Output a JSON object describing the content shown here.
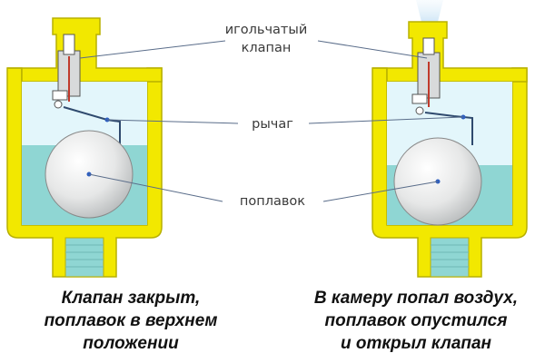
{
  "labels": {
    "needle_valve": [
      "игольчатый",
      "клапан"
    ],
    "lever": "рычаг",
    "float": "поплавок"
  },
  "captions": {
    "left": [
      "Клапан закрыт,",
      "поплавок в верхнем",
      "положении"
    ],
    "right": [
      "В камеру попал воздух,",
      "поплавок опустился",
      "и открыл клапан"
    ]
  },
  "colors": {
    "housing": "#f2e800",
    "housing_outline": "#b8b000",
    "water": "#8fd6d3",
    "air": "#e3f6fb",
    "float": "#e9eaea",
    "leader_line": "#5a6d8a",
    "air_jet": "#bfe2f5"
  }
}
